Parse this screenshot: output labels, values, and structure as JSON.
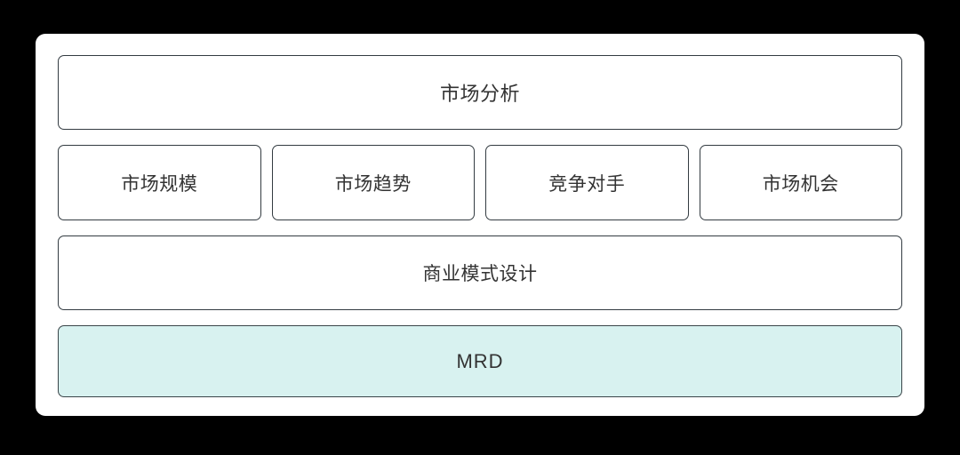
{
  "canvas": {
    "background_color": "#000000",
    "card_background_color": "#ffffff"
  },
  "diagram": {
    "type": "block-hierarchy",
    "rows": [
      {
        "row_name": "header-row",
        "nodes": [
          {
            "label": "市场分析",
            "fill": "#ffffff",
            "border": "#333b41"
          }
        ]
      },
      {
        "row_name": "children-row",
        "nodes": [
          {
            "label": "市场规模",
            "fill": "#ffffff",
            "border": "#333b41"
          },
          {
            "label": "市场趋势",
            "fill": "#ffffff",
            "border": "#333b41"
          },
          {
            "label": "竞争对手",
            "fill": "#ffffff",
            "border": "#333b41"
          },
          {
            "label": "市场机会",
            "fill": "#ffffff",
            "border": "#333b41"
          }
        ]
      },
      {
        "row_name": "business-row",
        "nodes": [
          {
            "label": "商业模式设计",
            "fill": "#ffffff",
            "border": "#333b41"
          }
        ]
      },
      {
        "row_name": "output-row",
        "nodes": [
          {
            "label": "MRD",
            "fill": "#d8f2f0",
            "border": "#3a4549"
          }
        ]
      }
    ]
  },
  "colors": {
    "text": "#333333",
    "node_border": "#333b41",
    "highlight_fill": "#d8f2f0",
    "highlight_border": "#3a4549"
  }
}
